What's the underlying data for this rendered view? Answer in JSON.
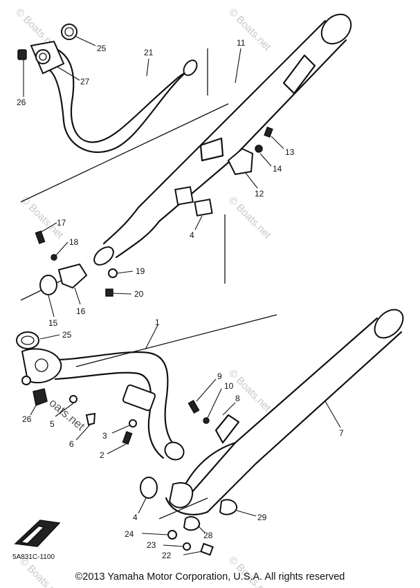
{
  "diagram": {
    "callouts": {
      "c25a": "25",
      "c21": "21",
      "c11": "11",
      "c27": "27",
      "c26a": "26",
      "c13": "13",
      "c14": "14",
      "c12": "12",
      "c4a": "4",
      "c17": "17",
      "c18": "18",
      "c19": "19",
      "c20": "20",
      "c16": "16",
      "c15": "15",
      "c1": "1",
      "c25b": "25",
      "c9": "9",
      "c10": "10",
      "c8": "8",
      "c7": "7",
      "c26b": "26",
      "c5": "5",
      "c3": "3",
      "c6": "6",
      "c2": "2",
      "c4b": "4",
      "c29": "29",
      "c24": "24",
      "c28": "28",
      "c23": "23",
      "c22": "22"
    },
    "diagram_code": "5A831C-1100",
    "watermark": "© Boats.net",
    "watermark_partial": "oats.net",
    "copyright": "©2013 Yamaha Motor Corporation, U.S.A. All rights reserved"
  }
}
